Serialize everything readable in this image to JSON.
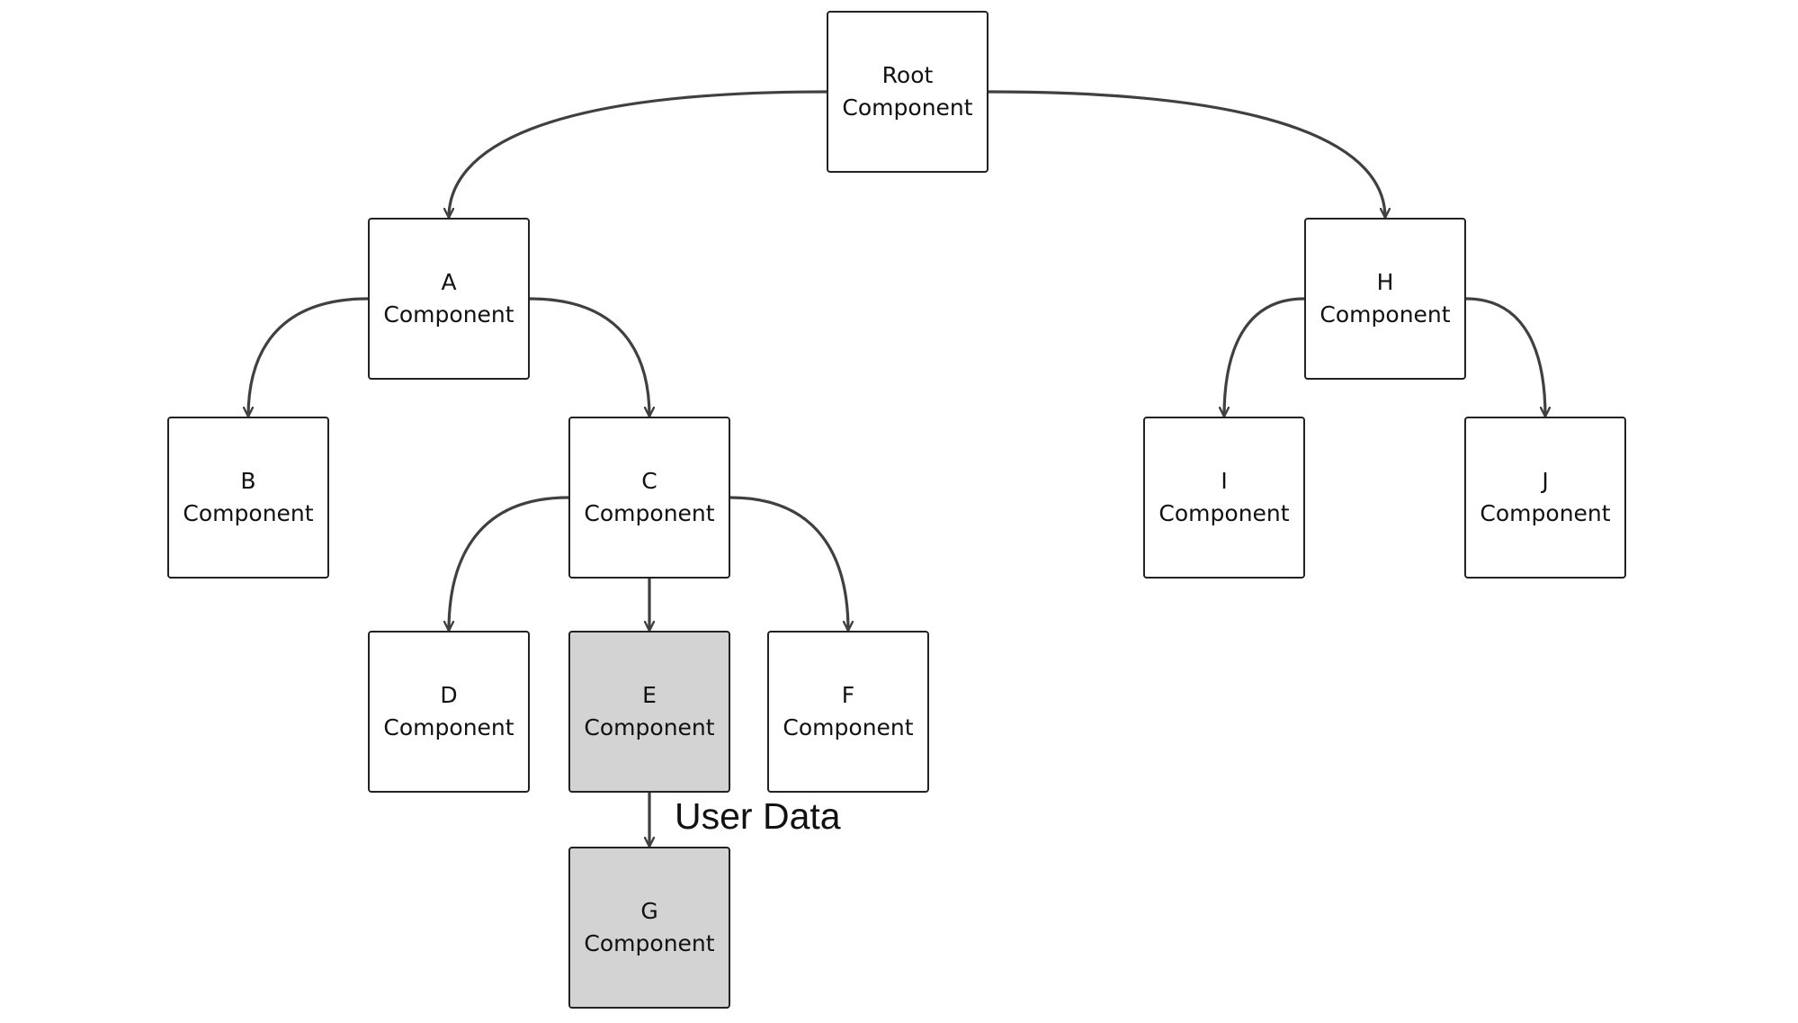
{
  "diagram": {
    "highlight_color": "#d4d3d4",
    "edge_color": "#404040",
    "nodes": [
      {
        "id": "root",
        "line1": "Root",
        "line2": "Component",
        "highlighted": false
      },
      {
        "id": "a",
        "line1": "A",
        "line2": "Component",
        "highlighted": false
      },
      {
        "id": "b",
        "line1": "B",
        "line2": "Component",
        "highlighted": false
      },
      {
        "id": "c",
        "line1": "C",
        "line2": "Component",
        "highlighted": false
      },
      {
        "id": "d",
        "line1": "D",
        "line2": "Component",
        "highlighted": false
      },
      {
        "id": "e",
        "line1": "E",
        "line2": "Component",
        "highlighted": true
      },
      {
        "id": "f",
        "line1": "F",
        "line2": "Component",
        "highlighted": false
      },
      {
        "id": "g",
        "line1": "G",
        "line2": "Component",
        "highlighted": true
      },
      {
        "id": "h",
        "line1": "H",
        "line2": "Component",
        "highlighted": false
      },
      {
        "id": "i",
        "line1": "I",
        "line2": "Component",
        "highlighted": false
      },
      {
        "id": "j",
        "line1": "J",
        "line2": "Component",
        "highlighted": false
      }
    ],
    "edges": [
      {
        "from": "root",
        "to": "a",
        "label": ""
      },
      {
        "from": "root",
        "to": "h",
        "label": ""
      },
      {
        "from": "a",
        "to": "b",
        "label": ""
      },
      {
        "from": "a",
        "to": "c",
        "label": ""
      },
      {
        "from": "c",
        "to": "d",
        "label": ""
      },
      {
        "from": "c",
        "to": "e",
        "label": ""
      },
      {
        "from": "c",
        "to": "f",
        "label": ""
      },
      {
        "from": "e",
        "to": "g",
        "label": "User Data"
      },
      {
        "from": "h",
        "to": "i",
        "label": ""
      },
      {
        "from": "h",
        "to": "j",
        "label": ""
      }
    ]
  }
}
